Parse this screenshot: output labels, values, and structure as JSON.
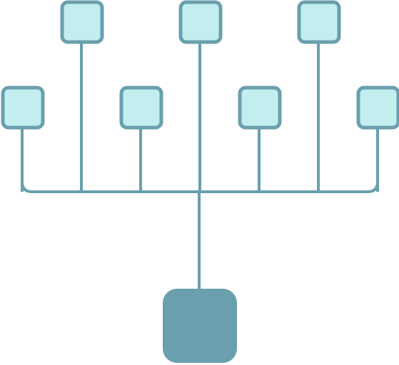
{
  "diagram": {
    "colors": {
      "background": "#ffffff",
      "line": "#6a9fae",
      "leaf_fill": "#c2eeef",
      "leaf_stroke": "#6a9fae",
      "root_fill": "#6a9fae"
    },
    "root": {
      "name": "root-node"
    },
    "leaves": [
      {
        "name": "leaf-node-1",
        "tier": "lower"
      },
      {
        "name": "leaf-node-2",
        "tier": "upper"
      },
      {
        "name": "leaf-node-3",
        "tier": "lower"
      },
      {
        "name": "leaf-node-4",
        "tier": "upper"
      },
      {
        "name": "leaf-node-5",
        "tier": "lower"
      },
      {
        "name": "leaf-node-6",
        "tier": "upper"
      },
      {
        "name": "leaf-node-7",
        "tier": "lower"
      }
    ]
  }
}
